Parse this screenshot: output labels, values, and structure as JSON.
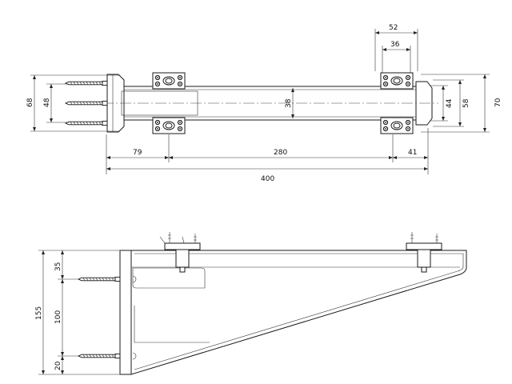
{
  "top_view": {
    "dims": {
      "d52": "52",
      "d36": "36",
      "d68": "68",
      "d48": "48",
      "d38": "38",
      "d44": "44",
      "d58": "58",
      "d70": "70",
      "d79": "79",
      "d280": "280",
      "d41": "41",
      "d400": "400"
    }
  },
  "side_view": {
    "dims": {
      "d155": "155",
      "d35": "35",
      "d100": "100",
      "d20": "20"
    }
  },
  "colors": {
    "line": "#1a1a1a",
    "background": "#ffffff"
  }
}
